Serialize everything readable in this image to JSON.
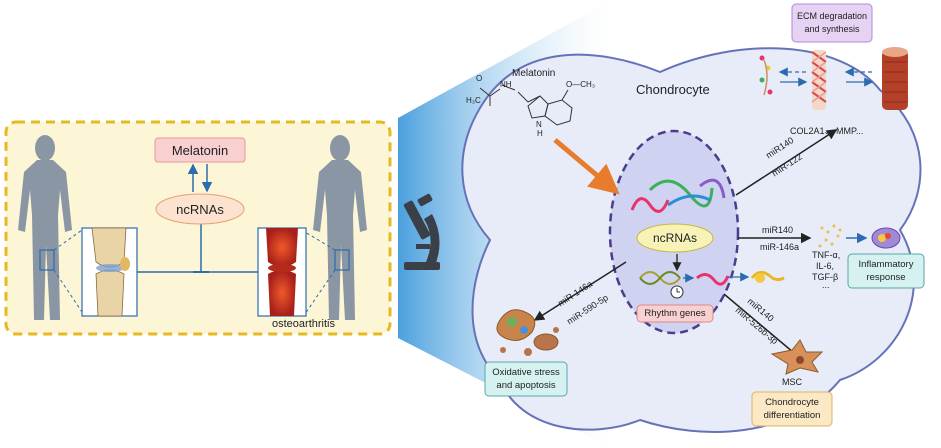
{
  "left_panel": {
    "melatonin": "Melatonin",
    "ncrnas": "ncRNAs",
    "osteoarthritis": "osteoarthritis"
  },
  "cell": {
    "title": "Chondrocyte",
    "melatonin": "Melatonin",
    "nucleus_ncrnas": "ncRNAs",
    "rhythm_genes": "Rhythm genes",
    "ecm_line1": "ECM degradation",
    "ecm_line2": "and synthesis",
    "col_mmp": "COL2A1、 MMP...",
    "mir_top_1": "miR140",
    "mir_top_2": "miR-122",
    "mir_mid_1": "miR140",
    "mir_mid_2": "miR-146a",
    "mir_left_1": "miR-146a",
    "mir_left_2": "miR-590-5p",
    "mir_bot_1": "miR140",
    "mir_bot_2": "miR-526b-3p",
    "cytokines": [
      "TNF-α,",
      "IL-6,",
      "TGF-β",
      "..."
    ],
    "inflam_line1": "Inflammatory",
    "inflam_line2": "response",
    "oxid_line1": "Oxidative stress",
    "oxid_line2": "and apoptosis",
    "msc": "MSC",
    "chondro_line1": "Chondrocyte",
    "chondro_line2": "differentiation",
    "h3c": "H₃C",
    "och3": "O—CH₃",
    "nh": "NH",
    "n_h": "N",
    "h": "H",
    "o": "O"
  },
  "colors": {
    "panel_fill": "#fdf6d6",
    "panel_border": "#e8b820",
    "cell_fill": "#e8ecf9",
    "cell_border": "#6672b8",
    "nucleus_fill": "#cfd2f0",
    "melatonin_box": "#f8d0cf",
    "ncrna_ellipse": "#fbe3d0",
    "ncrna_nucleus": "#f7f3b8",
    "ecm_box": "#e6d2f2",
    "teal_box": "#d5f2f0",
    "chondro_box": "#fbe8c4",
    "arrow_blue": "#2c6bb0",
    "arrow_orange": "#e87b2c"
  }
}
